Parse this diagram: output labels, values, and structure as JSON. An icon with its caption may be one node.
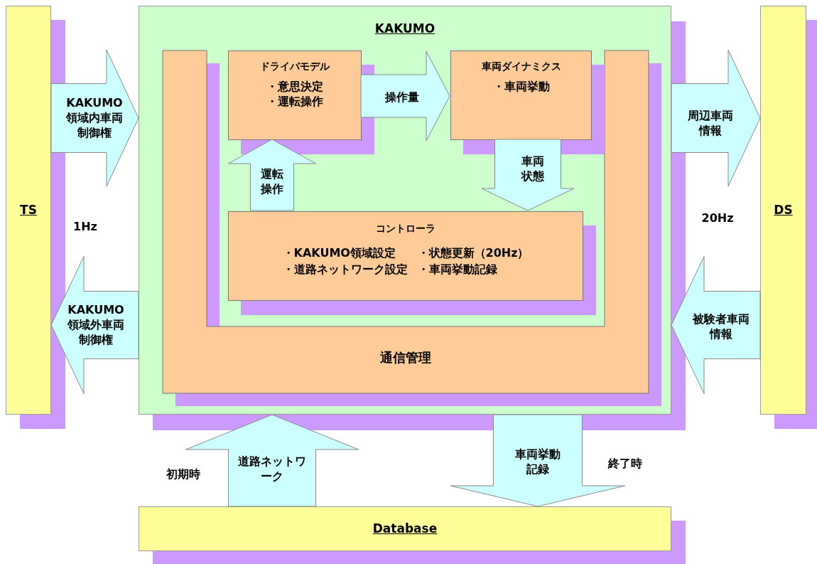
{
  "diagram": {
    "nodes": [
      {
        "text": [
          "TS"
        ]
      },
      {
        "text": [
          "KAKUMO"
        ]
      },
      {
        "text": [
          "通信管理"
        ],
        "in": 1
      },
      {
        "text": [
          "ドライバモデル",
          "・意思決定",
          "・運転操作"
        ],
        "in": 1
      },
      {
        "text": [
          "車両ダイナミクス",
          "・車両挙動"
        ],
        "in": 1
      },
      {
        "text": [
          "コントローラ",
          "・KAKUMO領域設定",
          "・状態更新（20Hz）",
          "・道路ネットワーク設定",
          "・車両挙動記録"
        ],
        "in": 1
      },
      {
        "text": [
          "DS"
        ]
      },
      {
        "text": [
          "Database"
        ]
      }
    ],
    "edges": [
      {
        "from": 0,
        "to": 1,
        "arrow": "to",
        "label": "KAKUMO領域内車両制御権"
      },
      {
        "from": 1,
        "to": 0,
        "arrow": "to",
        "label": "KAKUMO領域外車両制御権"
      },
      {
        "from": 1,
        "to": 6,
        "arrow": "to",
        "label": "周辺車両情報"
      },
      {
        "from": 6,
        "to": 1,
        "arrow": "to",
        "label": "被験者車両情報"
      },
      {
        "from": 3,
        "to": 4,
        "arrow": "to",
        "label": "操作量"
      },
      {
        "from": 4,
        "to": 5,
        "arrow": "to",
        "label": "車両状態"
      },
      {
        "from": 5,
        "to": 3,
        "arrow": "to",
        "label": "運転操作"
      },
      {
        "from": 7,
        "to": 1,
        "arrow": "to",
        "label": "道路ネットワーク"
      },
      {
        "from": 1,
        "to": 7,
        "arrow": "to",
        "label": "車両挙動記録"
      }
    ],
    "labels": [
      "1Hz",
      "20Hz",
      "初期時",
      "終了時"
    ]
  }
}
